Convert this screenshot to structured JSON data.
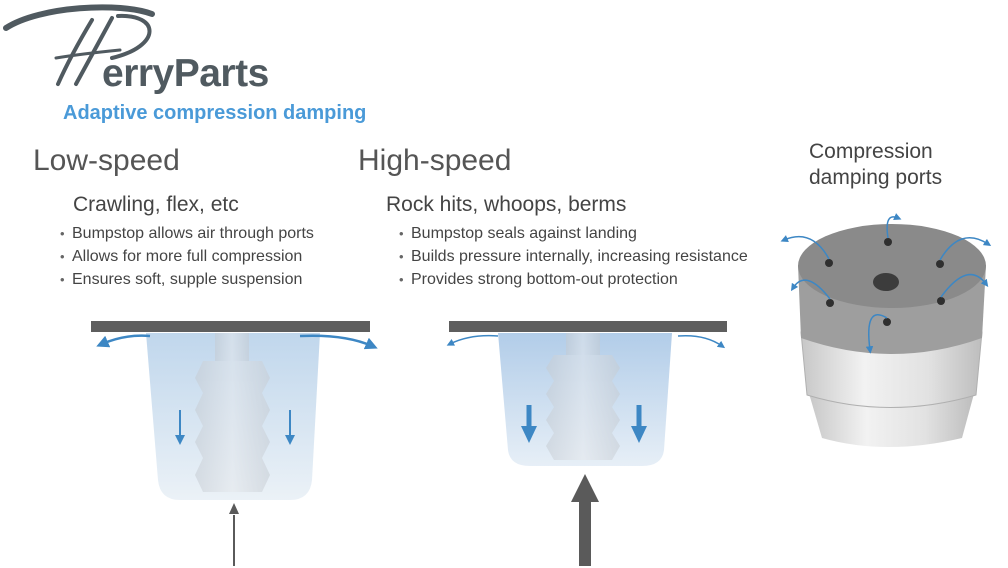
{
  "brand": {
    "logo_text": "erryParts",
    "tagline": "Adaptive compression damping"
  },
  "low_speed": {
    "title": "Low-speed",
    "subtitle": "Crawling, flex, etc",
    "bullets": [
      "Bumpstop allows air through ports",
      "Allows for more full compression",
      "Ensures soft, supple suspension"
    ]
  },
  "high_speed": {
    "title": "High-speed",
    "subtitle": "Rock hits, whoops, berms",
    "bullets": [
      "Bumpstop seals against landing",
      "Builds pressure internally, increasing resistance",
      "Provides strong bottom-out protection"
    ]
  },
  "ports": {
    "label_line1": "Compression",
    "label_line2": "damping ports"
  },
  "colors": {
    "accent": "#4a9ad8",
    "plate": "#5e5e5e",
    "arrow": "#5a5a5a",
    "flow": "#3d87c4"
  }
}
